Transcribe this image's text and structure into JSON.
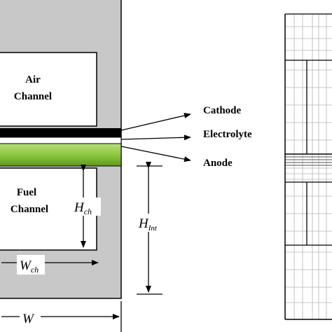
{
  "labels": {
    "air_line1": "Air",
    "air_line2": "Channel",
    "fuel_line1": "Fuel",
    "fuel_line2": "Channel",
    "cathode": "Cathode",
    "electrolyte": "Electrolyte",
    "anode": "Anode"
  },
  "dimensions": {
    "h_ch": {
      "main": "H",
      "sub": "ch"
    },
    "h_int": {
      "main": "H",
      "sub": "Int"
    },
    "w_ch": {
      "main": "W",
      "sub": "ch"
    },
    "w": {
      "main": "W"
    }
  },
  "colors": {
    "interconnect": "#c8c8c8",
    "electrolyte": "#000000",
    "anode": "#8dc63f",
    "mesh_lines": "#b4b4b4",
    "mesh_bold": "#000000"
  }
}
